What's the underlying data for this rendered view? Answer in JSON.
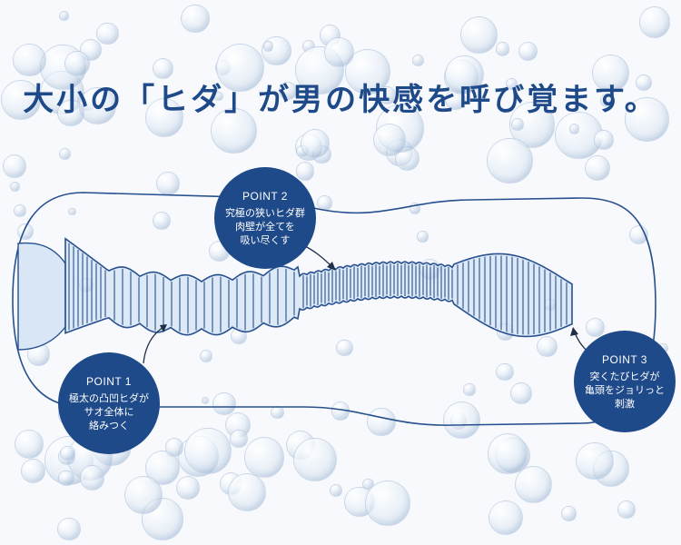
{
  "headline": "大小の「ヒダ」が男の快感を呼び覚ます。",
  "points": [
    {
      "title": "POINT 1",
      "lines": [
        "極太の凸凹ヒダが",
        "サオ全体に",
        "絡みつく"
      ]
    },
    {
      "title": "POINT 2",
      "lines": [
        "究極の狭いヒダ群",
        "肉壁が全てを",
        "吸い尽くす"
      ]
    },
    {
      "title": "POINT 3",
      "lines": [
        "突くたびヒダが",
        "亀頭をジョリっと",
        "刺激"
      ]
    }
  ],
  "colors": {
    "accent": "#1f4a8a",
    "outline": "#27508f",
    "fill": "#c9dcf0"
  }
}
